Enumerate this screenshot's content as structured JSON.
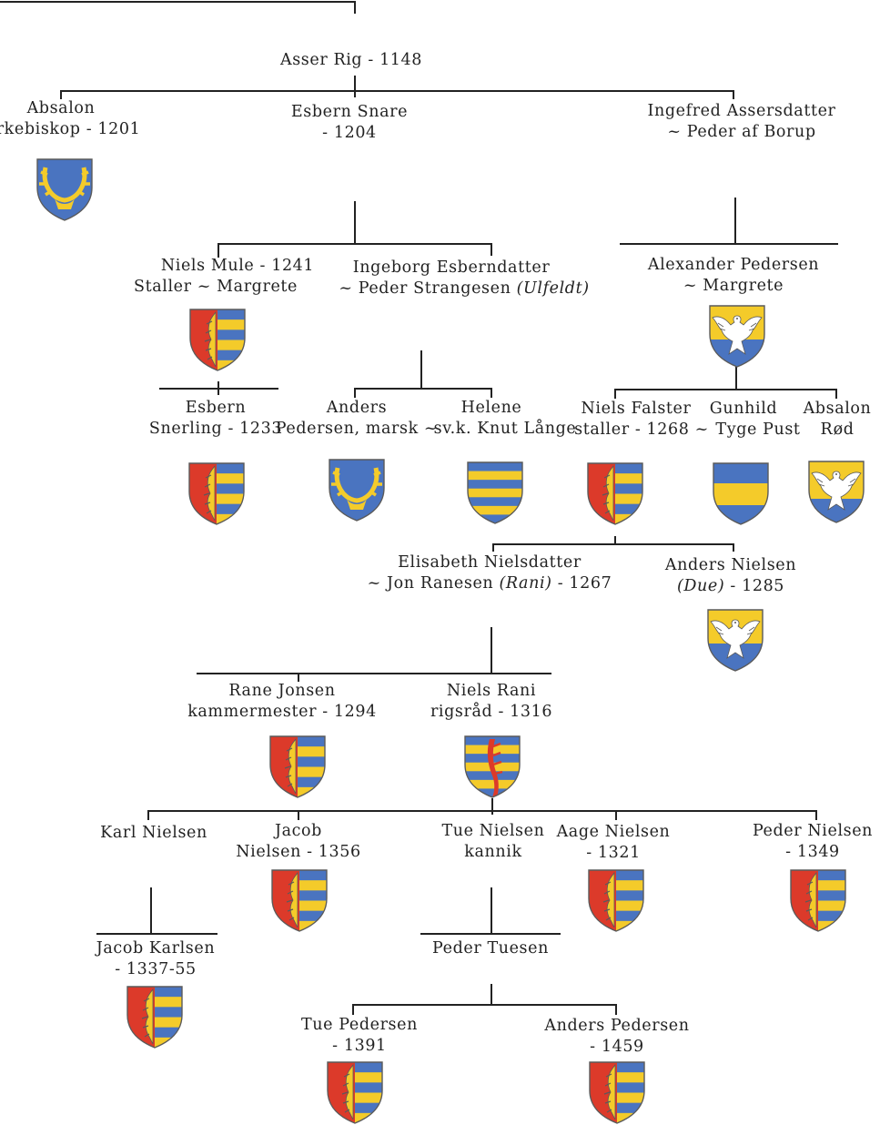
{
  "colors": {
    "line": "#222222",
    "blue": "#4a74c0",
    "gold": "#f4cb2a",
    "red": "#dc3a2a",
    "white": "#ffffff",
    "outline": "#5a5a5a"
  },
  "people": {
    "asser": {
      "lines": [
        "Asser Rig - 1148"
      ]
    },
    "absalon": {
      "lines": [
        "Absalon",
        "rkebiskop - 1201"
      ]
    },
    "esbern": {
      "lines": [
        "Esbern Snare",
        "- 1204"
      ]
    },
    "ingefred": {
      "lines": [
        "Ingefred Assersdatter",
        "~ Peder af Borup"
      ]
    },
    "niels_mule": {
      "lines": [
        "Niels Mule - 1241",
        "Staller ~ Margrete"
      ]
    },
    "ingeborg": {
      "line1": "Ingeborg Esberndatter",
      "line2_pre": "~ Peder Strangesen ",
      "line2_em": "(Ulfeldt)"
    },
    "alexander": {
      "lines": [
        "Alexander Pedersen",
        "~ Margrete"
      ]
    },
    "esbern_snerling": {
      "lines": [
        "Esbern",
        "Snerling - 1233"
      ]
    },
    "anders_marsk": {
      "lines": [
        "Anders",
        "Pedersen, marsk ~"
      ]
    },
    "helene": {
      "lines": [
        "Helene",
        "sv.k. Knut Långe"
      ]
    },
    "niels_falster": {
      "lines": [
        "Niels Falster",
        "staller - 1268 ~"
      ]
    },
    "gunhild": {
      "lines": [
        "Gunhild",
        "Tyge Pust"
      ]
    },
    "absalon_rod": {
      "lines": [
        "Absalon",
        "Rød"
      ]
    },
    "elisabeth": {
      "line1": "Elisabeth Nielsdatter",
      "line2_pre": "~ Jon Ranesen ",
      "line2_em": "(Rani)",
      "line2_post": " - 1267"
    },
    "anders_nielsen": {
      "line1": "Anders Nielsen",
      "line2_em": "(Due)",
      "line2_post": " - 1285"
    },
    "rane": {
      "lines": [
        "Rane Jonsen",
        "kammermester - 1294"
      ]
    },
    "niels_rani": {
      "lines": [
        "Niels Rani",
        "rigsråd - 1316"
      ]
    },
    "karl": {
      "lines": [
        "Karl Nielsen"
      ]
    },
    "jacob_nielsen": {
      "lines": [
        "Jacob",
        "Nielsen - 1356"
      ]
    },
    "tue_nielsen": {
      "lines": [
        "Tue Nielsen",
        "kannik"
      ]
    },
    "aage": {
      "lines": [
        "Aage Nielsen",
        "- 1321"
      ]
    },
    "peder_nielsen": {
      "lines": [
        "Peder Nielsen",
        "- 1349"
      ]
    },
    "jacob_karlsen": {
      "lines": [
        "Jacob Karlsen",
        "- 1337-55"
      ]
    },
    "peder_tuesen": {
      "lines": [
        "Peder Tuesen"
      ]
    },
    "tue_pedersen": {
      "lines": [
        "Tue Pedersen",
        "- 1391"
      ]
    },
    "anders_pedersen2": {
      "lines": [
        "Anders Pedersen",
        "- 1459"
      ]
    }
  },
  "shields": [
    {
      "person": "absalon",
      "type": "antlers-blue"
    },
    {
      "person": "niels_mule",
      "type": "hvide"
    },
    {
      "person": "alexander",
      "type": "eagle-gold-blue"
    },
    {
      "person": "esbern_snerling",
      "type": "hvide"
    },
    {
      "person": "anders_marsk",
      "type": "antlers-blue"
    },
    {
      "person": "helene",
      "type": "bars-blue-gold"
    },
    {
      "person": "niels_falster",
      "type": "hvide"
    },
    {
      "person": "gunhild",
      "type": "pust"
    },
    {
      "person": "absalon_rod",
      "type": "eagle-gold-white"
    },
    {
      "person": "anders_nielsen",
      "type": "eagle-gold-blue"
    },
    {
      "person": "rane",
      "type": "hvide"
    },
    {
      "person": "niels_rani",
      "type": "rani"
    },
    {
      "person": "jacob_nielsen",
      "type": "hvide"
    },
    {
      "person": "aage",
      "type": "hvide"
    },
    {
      "person": "peder_nielsen",
      "type": "hvide"
    },
    {
      "person": "jacob_karlsen",
      "type": "hvide"
    },
    {
      "person": "tue_pedersen",
      "type": "hvide"
    },
    {
      "person": "anders_pedersen2",
      "type": "hvide"
    }
  ]
}
